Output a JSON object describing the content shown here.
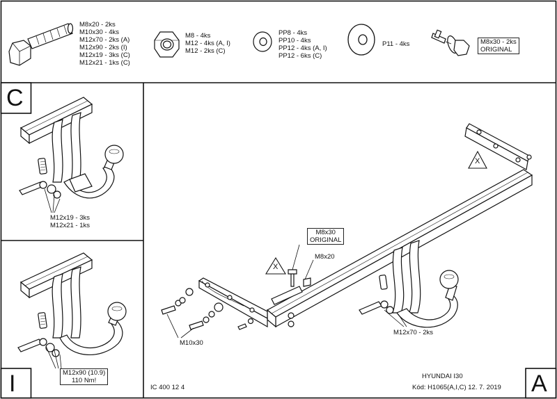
{
  "parts": {
    "bolt_lines": [
      "M8x20 - 2ks",
      "M10x30 - 4ks",
      "M12x70 - 2ks (A)",
      "M12x90 - 2ks (I)",
      "M12x19 - 3ks (C)",
      "M12x21 - 1ks (C)"
    ],
    "nut_lines": [
      "M8 - 4ks",
      "M12 - 4ks (A, I)",
      "M12 - 2ks (C)"
    ],
    "washer_lines": [
      "PP8 - 4ks",
      "PP10 - 4ks",
      "PP12 - 4ks (A, I)",
      "PP12 - 6ks (C)"
    ],
    "large_washer_lines": [
      "P11 - 4ks"
    ],
    "flange_bolt_lines": [
      "M8x30 - 2ks",
      "ORIGINAL"
    ]
  },
  "panel_c": {
    "letter": "C",
    "bolt_label_lines": [
      "M12x19 - 3ks",
      "M12x21 - 1ks"
    ]
  },
  "panel_i": {
    "letter": "I",
    "torque_label_lines": [
      "M12x90 (10.9)",
      "110 Nm!"
    ]
  },
  "panel_a": {
    "letter": "A",
    "callout_original_lines": [
      "M8x30",
      "ORIGINAL"
    ],
    "callout_m8x20": "M8x20",
    "callout_m10x30": "M10x30",
    "callout_m12x70": "M12x70 - 2ks",
    "marker_x_1": "X",
    "marker_x_2": "X",
    "doc_number": "IC 400 12 4",
    "vehicle": "HYUNDAI I30",
    "code_line": "Kód: H1065(A,I,C)  12. 7. 2019"
  }
}
